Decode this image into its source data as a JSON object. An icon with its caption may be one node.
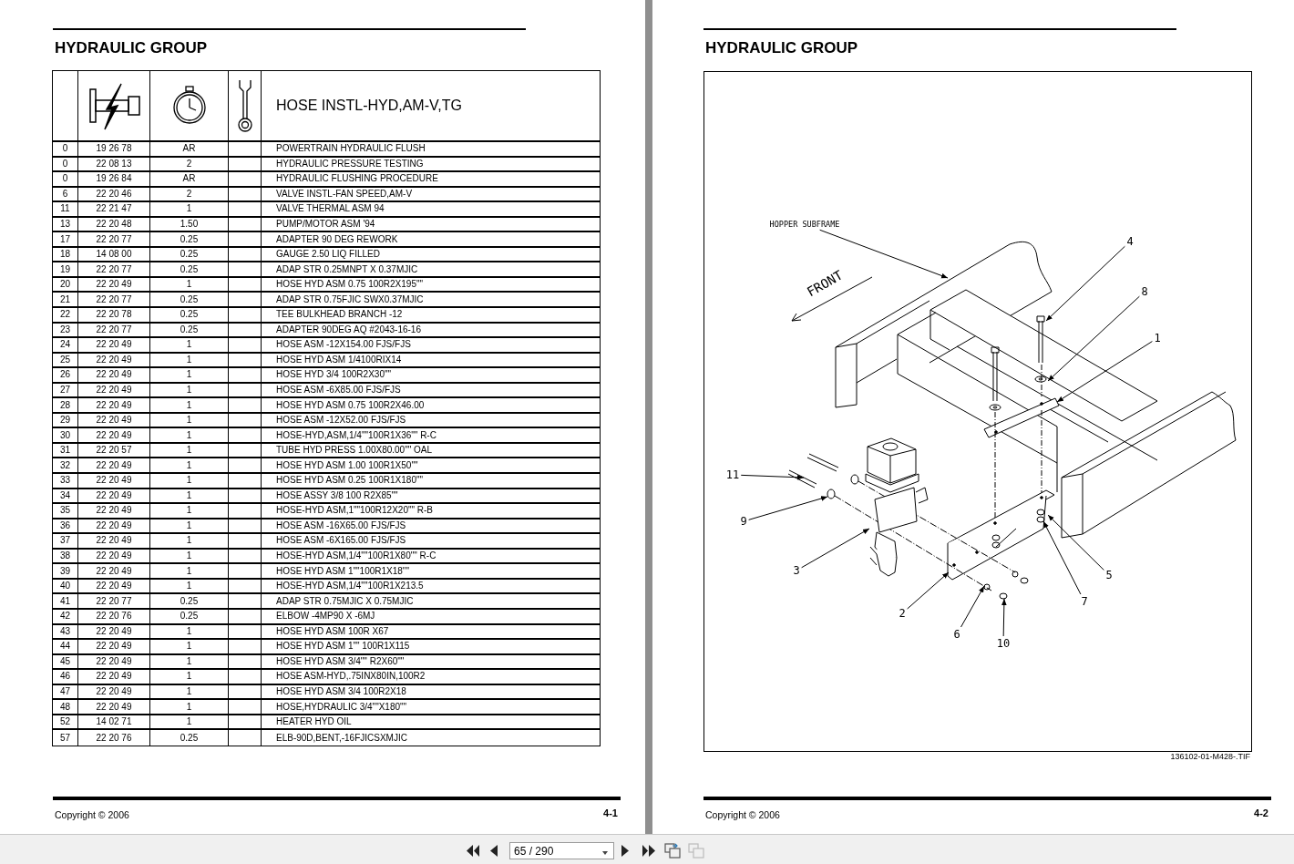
{
  "diagram": {
    "nodes": [
      {
        "text": [
          "HOPPER SUBFRAME"
        ]
      },
      {
        "text": [
          "4"
        ]
      },
      {
        "text": [
          "8"
        ]
      },
      {
        "text": [
          "1"
        ]
      },
      {
        "text": [
          "11"
        ]
      },
      {
        "text": [
          "9"
        ]
      },
      {
        "text": [
          "3"
        ]
      },
      {
        "text": [
          "2"
        ]
      },
      {
        "text": [
          "6"
        ]
      },
      {
        "text": [
          "10"
        ]
      },
      {
        "text": [
          "7"
        ]
      },
      {
        "text": [
          "5"
        ]
      }
    ],
    "edges": [
      {
        "from": 0,
        "to": null,
        "arrow": "to"
      },
      {
        "from": 1,
        "to": null,
        "arrow": "to"
      },
      {
        "from": 2,
        "to": null,
        "arrow": "to"
      },
      {
        "from": 3,
        "to": null,
        "arrow": "to"
      },
      {
        "from": 4,
        "to": null,
        "arrow": "to"
      },
      {
        "from": 5,
        "to": null,
        "arrow": "to"
      },
      {
        "from": 6,
        "to": null,
        "arrow": "to"
      },
      {
        "from": 7,
        "to": null,
        "arrow": "to"
      },
      {
        "from": 8,
        "to": null,
        "arrow": "to"
      },
      {
        "from": 9,
        "to": null,
        "arrow": "to"
      },
      {
        "from": 10,
        "to": null,
        "arrow": "to"
      },
      {
        "from": 11,
        "to": null,
        "arrow": "to"
      }
    ],
    "labels": [
      "HYDRAULIC GROUP",
      "HOSE INSTL-HYD,AM-V,TG",
      "0",
      "19 26 78",
      "AR",
      "POWERTRAIN HYDRAULIC FLUSH",
      "0",
      "22 08 13",
      "2",
      "HYDRAULIC PRESSURE TESTING",
      "0",
      "19 26 84",
      "AR",
      "HYDRAULIC FLUSHING PROCEDURE",
      "6",
      "22 20 46",
      "2",
      "VALVE INSTL-FAN SPEED,AM-V",
      "11",
      "22 21 47",
      "1",
      "VALVE THERMAL ASM 94",
      "13",
      "22 20 48",
      "1.50",
      "PUMP/MOTOR ASM '94",
      "17",
      "22 20 77",
      "0.25",
      "ADAPTER 90 DEG REWORK",
      "18",
      "14 08 00",
      "0.25",
      "GAUGE 2.50 LIQ FILLED",
      "19",
      "22 20 77",
      "0.25",
      "ADAP STR 0.25MNPT X 0.37MJIC",
      "20",
      "22 20 49",
      "1",
      "HOSE HYD ASM 0.75 100R2X195\"\"",
      "21",
      "22 20 77",
      "0.25",
      "ADAP STR 0.75FJIC SWX0.37MJIC",
      "22",
      "22 20 78",
      "0.25",
      "TEE BULKHEAD BRANCH -12",
      "23",
      "22 20 77",
      "0.25",
      "ADAPTER 90DEG AQ #2043-16-16",
      "24",
      "22 20 49",
      "1",
      "HOSE ASM -12X154.00 FJS/FJS",
      "25",
      "22 20 49",
      "1",
      "HOSE HYD ASM 1/4100RIX14",
      "26",
      "22 20 49",
      "1",
      "HOSE HYD 3/4 100R2X30\"\"",
      "27",
      "22 20 49",
      "1",
      "HOSE ASM -6X85.00 FJS/FJS",
      "28",
      "22 20 49",
      "1",
      "HOSE HYD ASM 0.75 100R2X46.00",
      "29",
      "22 20 49",
      "1",
      "HOSE ASM -12X52.00 FJS/FJS",
      "30",
      "22 20 49",
      "1",
      "HOSE-HYD,ASM,1/4\"\"100R1X36\"\" R-C",
      "31",
      "22 20 57",
      "1",
      "TUBE HYD PRESS 1.00X80.00\"\" OAL",
      "32",
      "22 20 49",
      "1",
      "HOSE HYD ASM 1.00 100R1X50\"\"",
      "33",
      "22 20 49",
      "1",
      "HOSE HYD ASM 0.25 100R1X180\"\"",
      "34",
      "22 20 49",
      "1",
      "HOSE ASSY 3/8 100 R2X85\"\"",
      "35",
      "22 20 49",
      "1",
      "HOSE-HYD ASM,1\"\"100R12X20\"\" R-B",
      "36",
      "22 20 49",
      "1",
      "HOSE ASM -16X65.00 FJS/FJS",
      "37",
      "22 20 49",
      "1",
      "HOSE ASM -6X165.00 FJS/FJS",
      "38",
      "22 20 49",
      "1",
      "HOSE-HYD ASM,1/4\"\"100R1X80\"\" R-C",
      "39",
      "22 20 49",
      "1",
      "HOSE HYD ASM 1\"\"100R1X18\"\"",
      "40",
      "22 20 49",
      "1",
      "HOSE-HYD ASM,1/4\"\"100R1X213.5",
      "41",
      "22 20 77",
      "0.25",
      "ADAP STR 0.75MJIC X 0.75MJIC",
      "42",
      "22 20 76",
      "0.25",
      "ELBOW -4MP90 X -6MJ",
      "43",
      "22 20 49",
      "1",
      "HOSE HYD ASM 100R X67",
      "44",
      "22 20 49",
      "1",
      "HOSE HYD ASM 1\"\" 100R1X115",
      "45",
      "22 20 49",
      "1",
      "HOSE HYD ASM 3/4\"\" R2X60\"\"",
      "46",
      "22 20 49",
      "1",
      "HOSE ASM-HYD,.75INX80IN,100R2",
      "47",
      "22 20 49",
      "1",
      "HOSE HYD ASM 3/4 100R2X18",
      "48",
      "22 20 49",
      "1",
      "HOSE,HYDRAULIC 3/4\"\"X180\"\"",
      "52",
      "14 02 71",
      "1",
      "HEATER HYD OIL",
      "57",
      "22 20 76",
      "0.25",
      "ELB-90D,BENT,-16FJICSXMJIC",
      "Copyright © 2006",
      "4-1",
      "HYDRAULIC GROUP",
      "FRONT",
      "136102-01-M428-.TIF",
      "Copyright © 2006",
      "4-2",
      "65 / 290"
    ]
  }
}
